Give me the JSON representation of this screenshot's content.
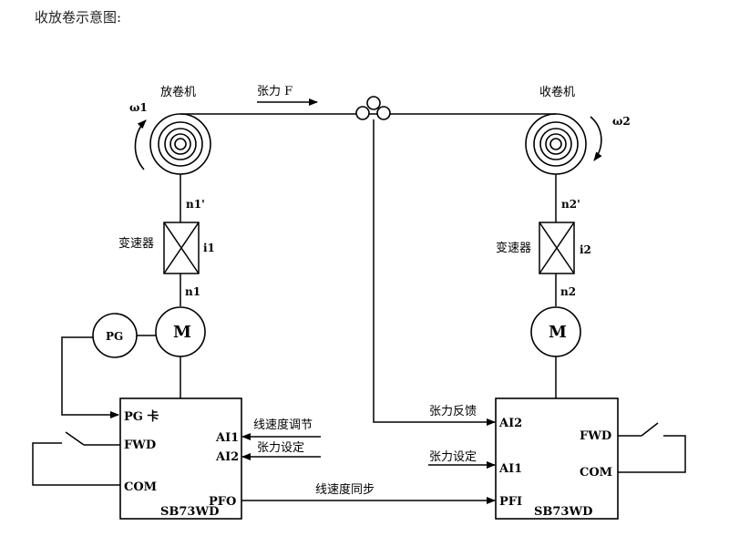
{
  "page_title": "收放卷示意图:",
  "unwinder": {
    "label": "放卷机",
    "omega": "ω1",
    "shaft_speed": "n1'",
    "gearbox_label": "变速器",
    "gear_ratio": "i1",
    "motor_speed": "n1",
    "motor": "M",
    "encoder": "PG"
  },
  "winder": {
    "label": "收卷机",
    "omega": "ω2",
    "shaft_speed": "n2'",
    "gearbox_label": "变速器",
    "gear_ratio": "i2",
    "motor_speed": "n2",
    "motor": "M"
  },
  "tension_arrow": "张力 F",
  "left_drive": {
    "model": "SB73WD",
    "pins": {
      "pg": "PG 卡",
      "fwd": "FWD",
      "com": "COM",
      "ai1": "AI1",
      "ai2": "AI2",
      "pfo": "PFO"
    },
    "signals": {
      "line_speed_adjust": "线速度调节",
      "tension_setting": "张力设定"
    }
  },
  "right_drive": {
    "model": "SB73WD",
    "pins": {
      "ai2": "AI2",
      "ai1": "AI1",
      "pfi": "PFI",
      "fwd": "FWD",
      "com": "COM"
    },
    "signals": {
      "tension_feedback": "张力反馈",
      "tension_setting": "张力设定"
    }
  },
  "sync_signal": "线速度同步"
}
